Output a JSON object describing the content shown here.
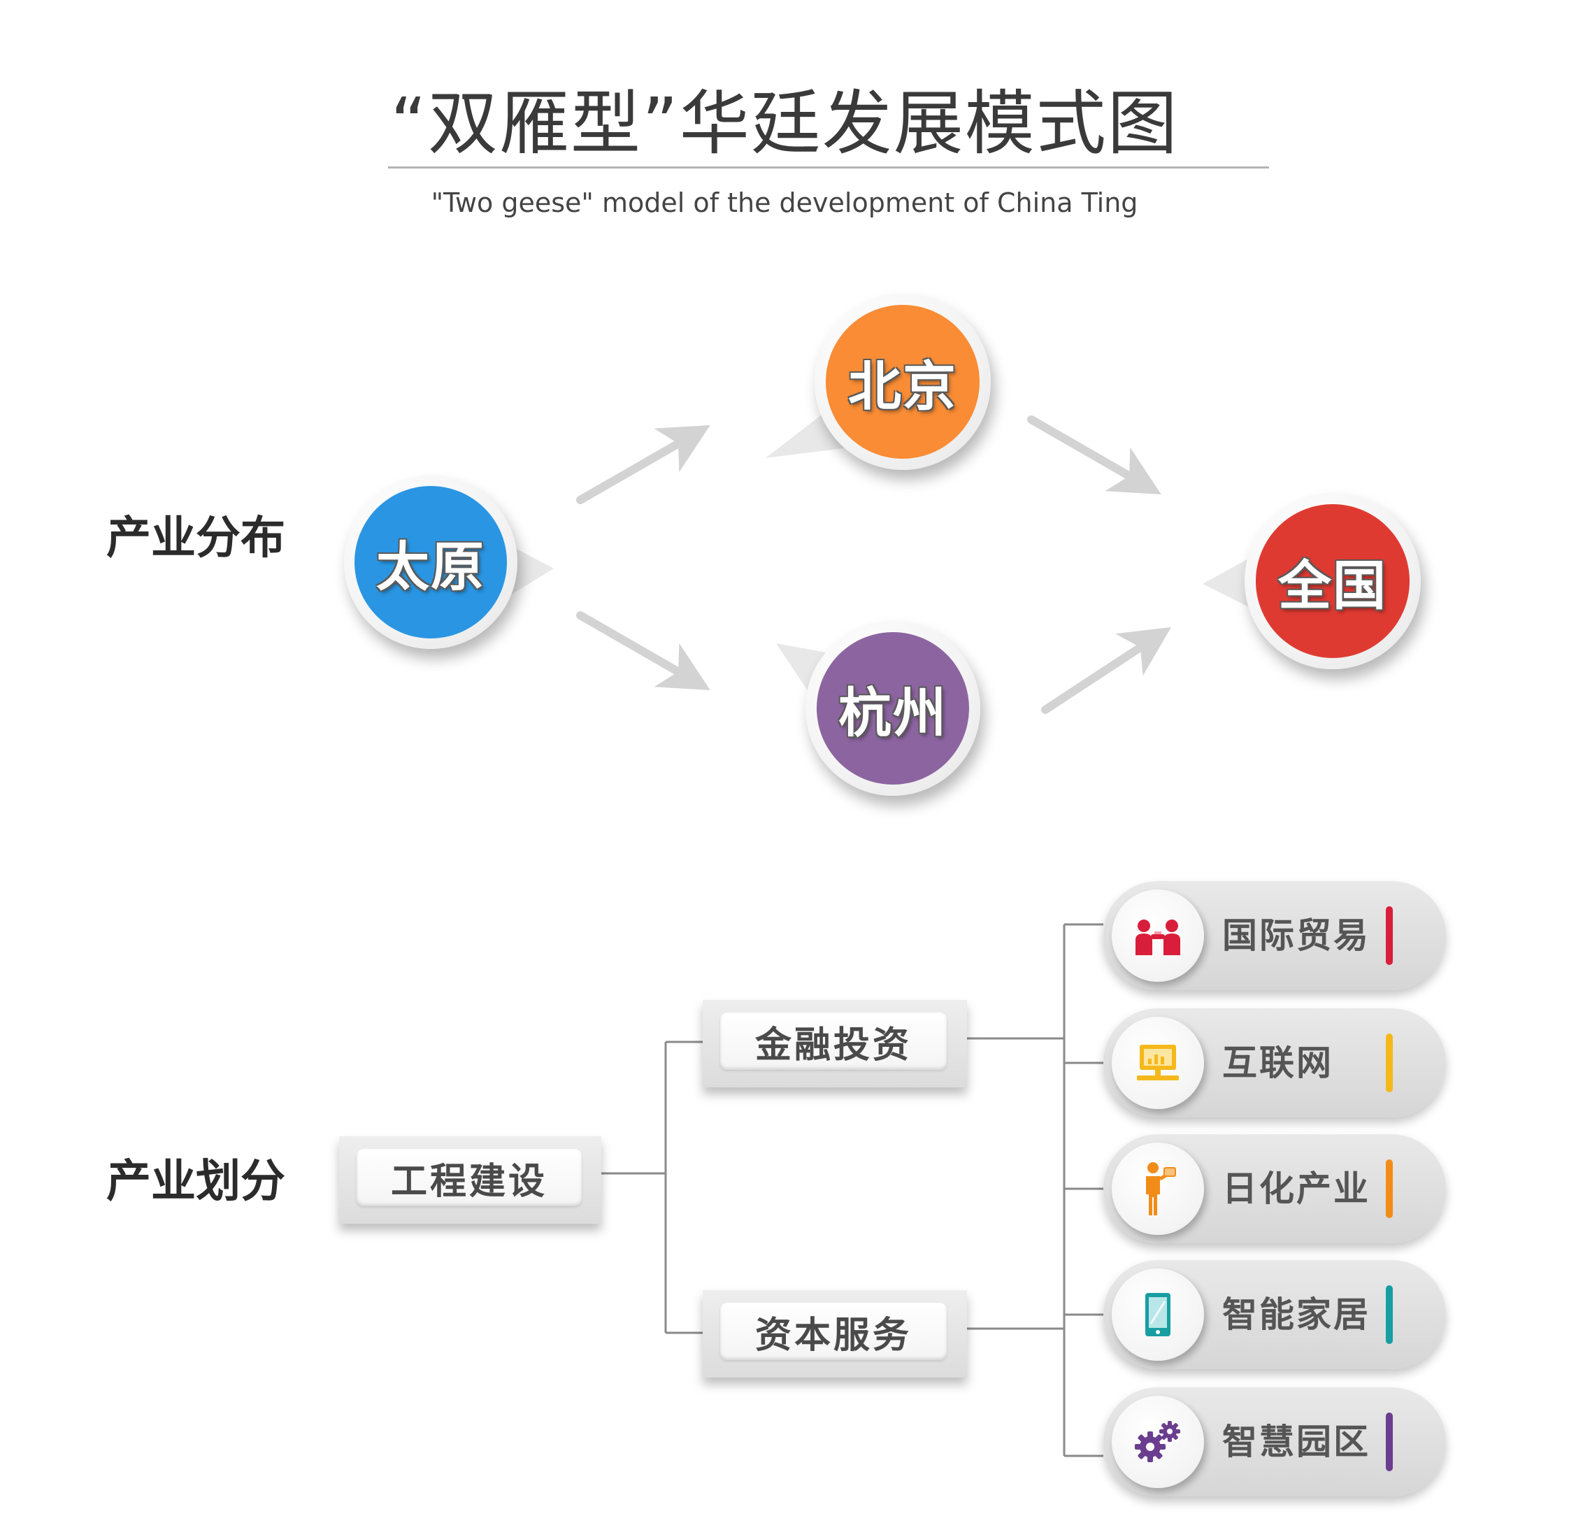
{
  "header": {
    "title": "“双雁型”华廷发展模式图",
    "subtitle": "\"Two geese\" model of the development of China Ting"
  },
  "distribution": {
    "label": "产业分布",
    "nodes": {
      "taiyuan": {
        "label": "太原",
        "color": "#2a96e3"
      },
      "beijing": {
        "label": "北京",
        "color": "#f98c35"
      },
      "hangzhou": {
        "label": "杭州",
        "color": "#8c65a0"
      },
      "quanguo": {
        "label": "全国",
        "color": "#df3a32"
      }
    },
    "arrow_color": "#d3d3d3"
  },
  "division": {
    "label": "产业划分",
    "root": "工程建设",
    "branches": [
      "金融投资",
      "资本服务"
    ],
    "industries": [
      {
        "label": "国际贸易",
        "icon": "handshake-people-icon",
        "bar_color": "#d81e3a"
      },
      {
        "label": "互联网",
        "icon": "computer-monitor-icon",
        "bar_color": "#f5b81c"
      },
      {
        "label": "日化产业",
        "icon": "person-with-tablet-icon",
        "bar_color": "#f28c18"
      },
      {
        "label": "智能家居",
        "icon": "smartphone-icon",
        "bar_color": "#179ea2"
      },
      {
        "label": "智慧园区",
        "icon": "gears-icon",
        "bar_color": "#6a3d8e"
      }
    ]
  }
}
